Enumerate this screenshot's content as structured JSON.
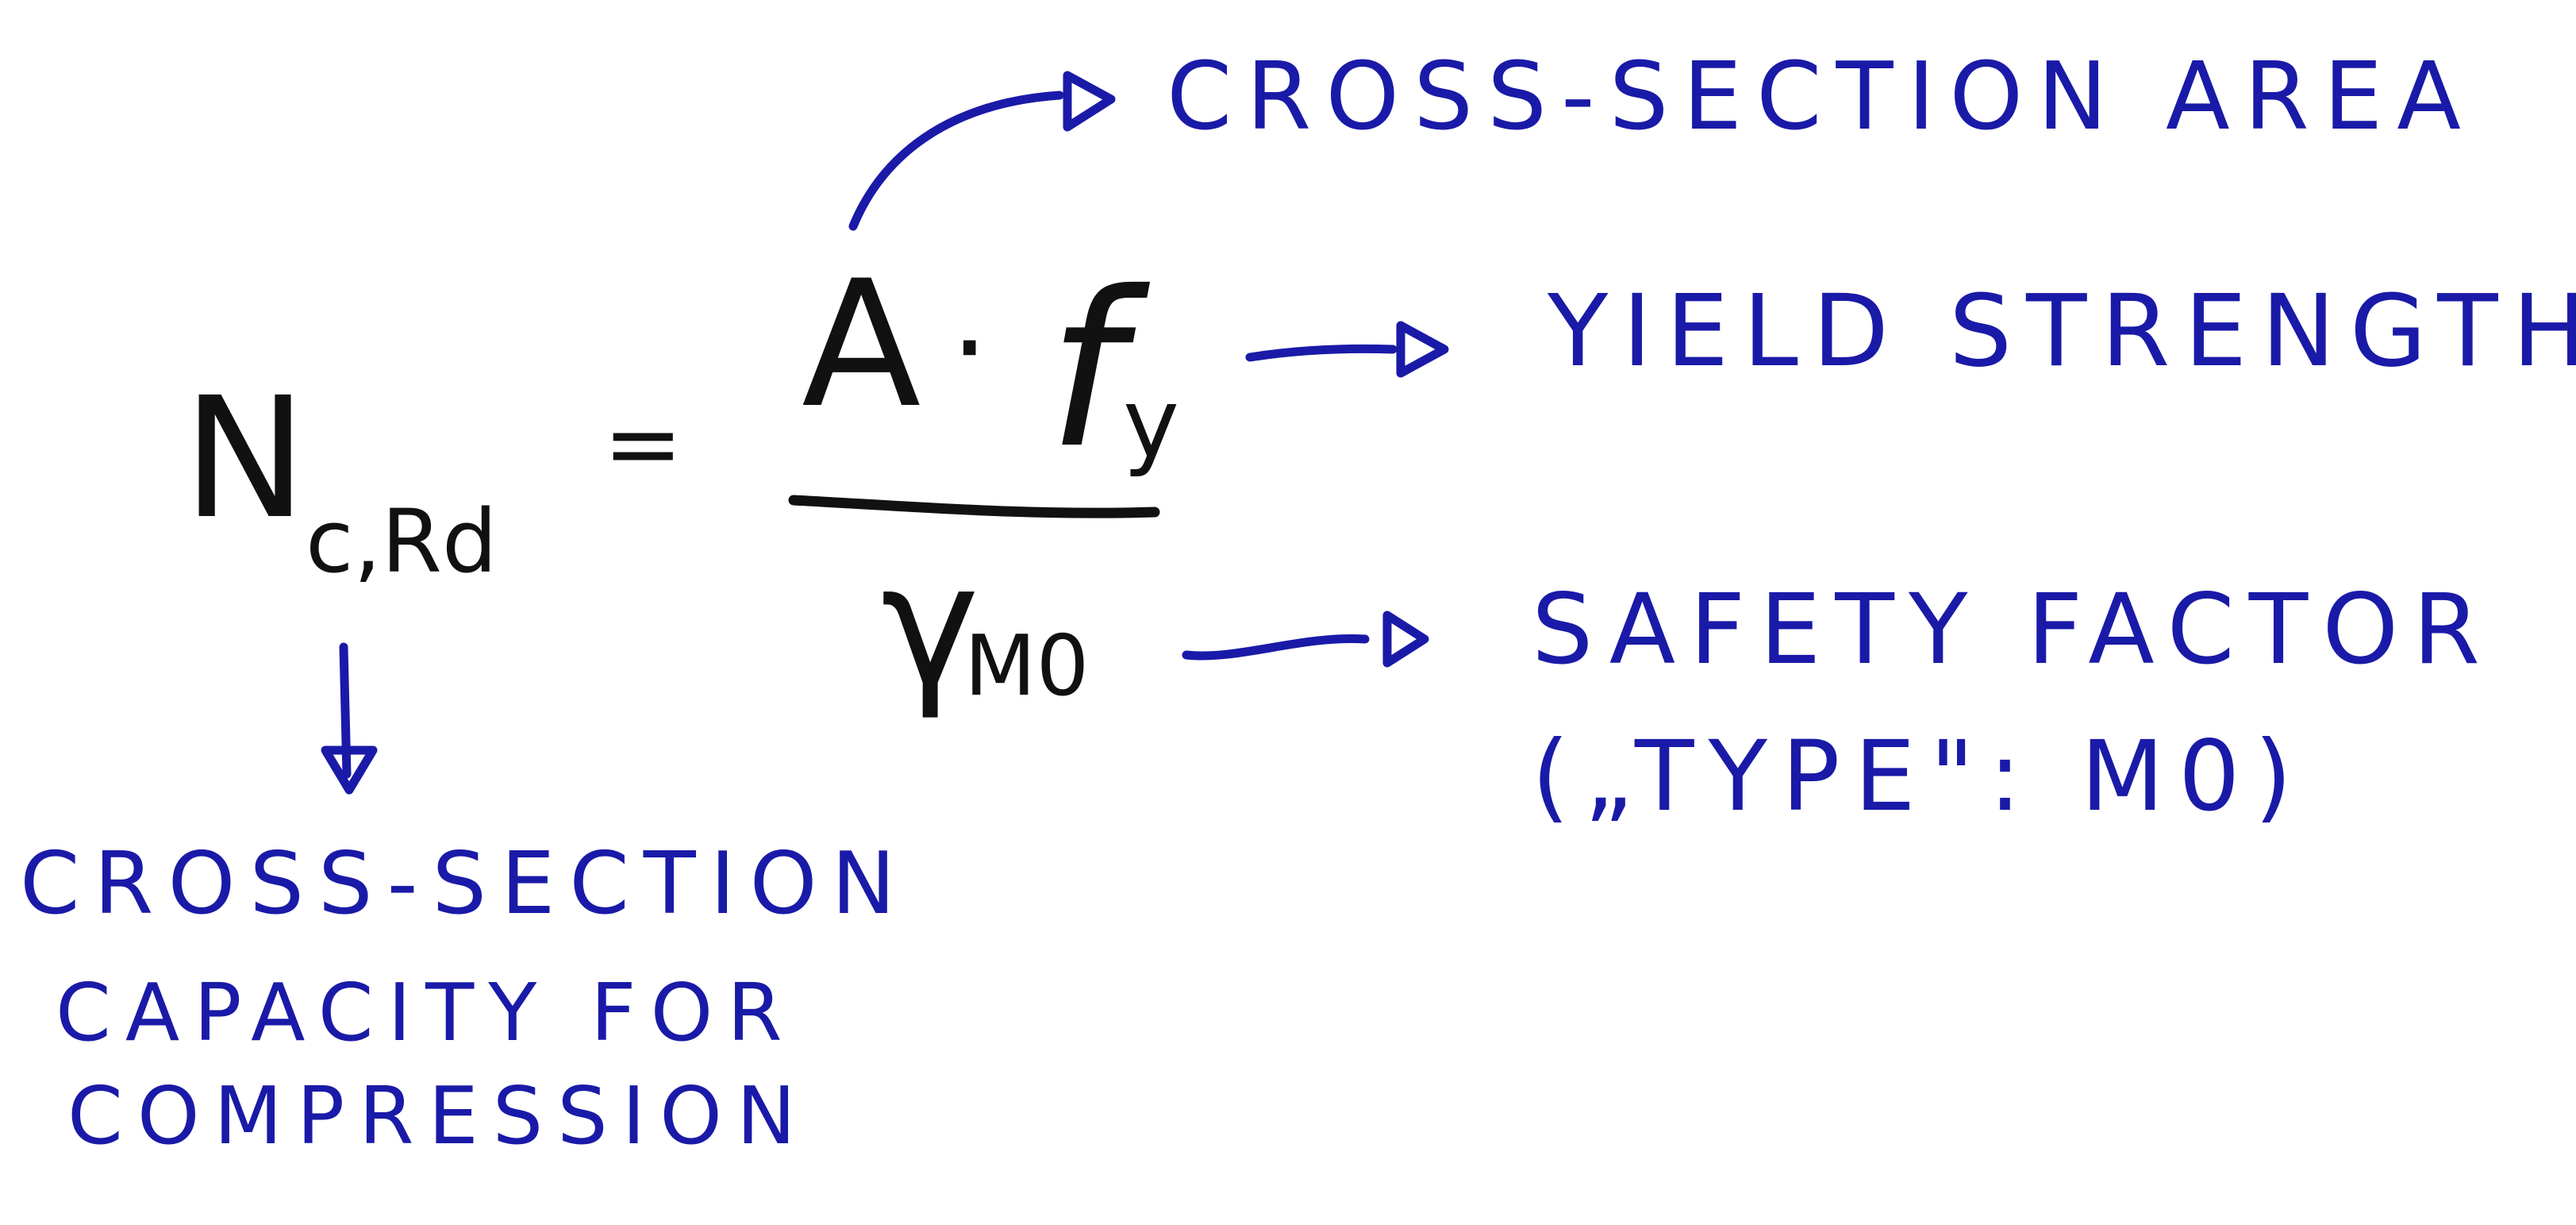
{
  "colors": {
    "background": "#ffffff",
    "formula_ink": "#111111",
    "annotation_ink": "#1a1aa8"
  },
  "formula": {
    "symbol_main": "N",
    "symbol_subscript": "c,Rd",
    "equals": "=",
    "numerator_area": "A",
    "numerator_dot": "·",
    "numerator_strength_main": "f",
    "numerator_strength_subscript": "y",
    "denominator_main": "γ",
    "denominator_subscript": "M0"
  },
  "annotations": {
    "cross_section_area": "CROSS-SECTION AREA",
    "yield_strength": "YIELD STRENGTH",
    "safety_factor_line1": "SAFETY FACTOR",
    "safety_factor_line2": "(„TYPE\": M0)",
    "capacity_line1": "CROSS-SECTION",
    "capacity_line2": "CAPACITY FOR",
    "capacity_line3": "COMPRESSION"
  }
}
